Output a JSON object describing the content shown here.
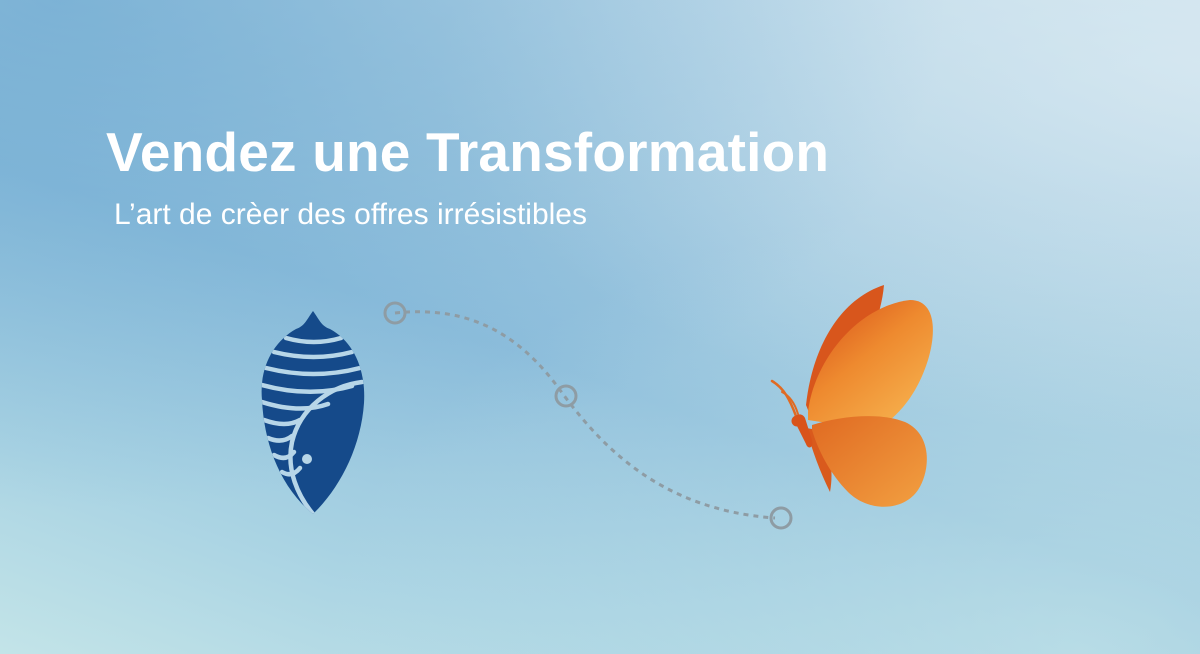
{
  "hero": {
    "title": "Vendez une Transformation",
    "subtitle": "L’art de crèer des offres irrésistibles"
  },
  "colors": {
    "background_top": "#8fbfdc",
    "title_text": "#ffffff",
    "chrysalis": "#154a8a",
    "butterfly_dark": "#d9531a",
    "butterfly_light": "#f7b24d",
    "path_line": "#8e9ca4"
  },
  "icons": {
    "chrysalis": "chrysalis-icon",
    "butterfly": "butterfly-icon",
    "path": "dotted-path"
  }
}
